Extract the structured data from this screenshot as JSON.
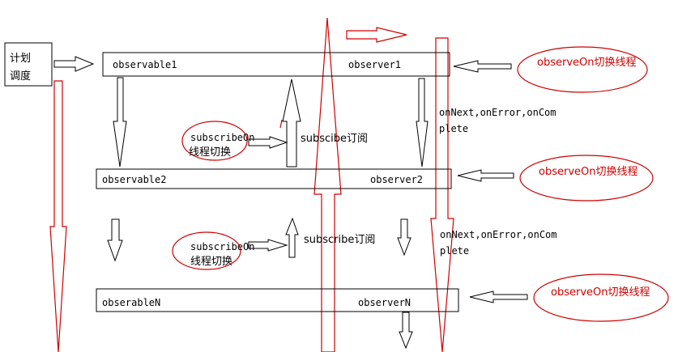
{
  "scheduler_box": {
    "line1": "计划",
    "line2": "调度"
  },
  "rows": [
    {
      "observable": "observable1",
      "observer": "observer1"
    },
    {
      "observable": "observable2",
      "observer": "observer2"
    },
    {
      "observable": "obserableN",
      "observer": "observerN"
    }
  ],
  "subscribe_on_labels": [
    {
      "line1": "subscribeOn",
      "line2": "线程切换"
    },
    {
      "line1": "subscribeOn",
      "line2": "线程切换"
    }
  ],
  "subscribe_labels": [
    "subscibe订阅",
    "subscribe订阅"
  ],
  "observe_on_labels": [
    "observeOn切换线程",
    "observeOn切换线程",
    "observeOn切换线程"
  ],
  "callback_labels": [
    {
      "line1": "onNext,onError,onCom",
      "line2": "plete"
    },
    {
      "line1": "onNext,onError,onCom",
      "line2": "plete"
    }
  ],
  "colors": {
    "line": "#000000",
    "red": "#d00000",
    "background": "#ffffff"
  }
}
